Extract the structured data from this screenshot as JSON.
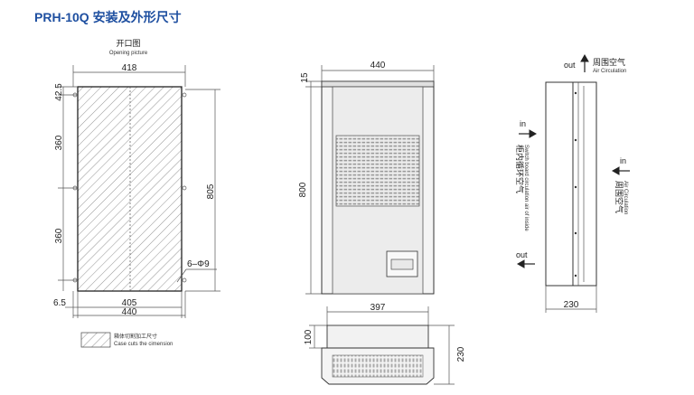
{
  "title": "PRH-10Q 安装及外形尺寸",
  "opening": {
    "label_cn": "开口图",
    "label_en": "Opening picture",
    "dim_top": "418",
    "dim_bottom_inner": "405",
    "dim_bottom_outer": "440",
    "dim_left_small": "6.5",
    "dim_left_top": "42.5",
    "dim_left_mid1": "360",
    "dim_left_mid2": "360",
    "dim_right": "805",
    "hole_label": "6–Φ9",
    "legend_cn": "箱体切割加工尺寸",
    "legend_en": "Case cuts the cimension"
  },
  "front": {
    "dim_width": "440",
    "dim_top": "15",
    "dim_height": "800"
  },
  "bottom_view": {
    "dim_width": "397",
    "dim_depth": "100",
    "dim_height": "230"
  },
  "side": {
    "out_top": "out",
    "out_top_cn": "周围空气",
    "out_top_en": "Air Circulation",
    "in_left": "in",
    "left_cn": "柜内循环空气",
    "left_en": "Switch board circulation air of inside",
    "out_left": "out",
    "in_right": "in",
    "right_cn": "周围空气",
    "right_en": "Air Circulation",
    "dim_depth": "230"
  }
}
